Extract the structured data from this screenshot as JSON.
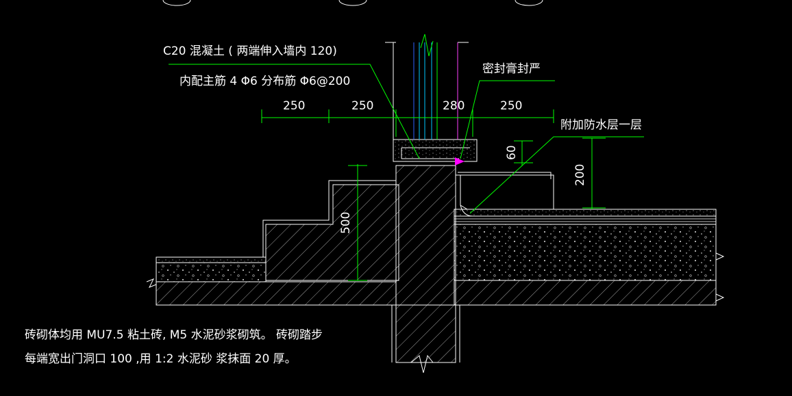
{
  "drawing": {
    "concrete_label": "C20  混凝土 ( 两端伸入墙内  120)",
    "rebar_label": "内配主筋  4 Φ6 分布筋  Φ6@200",
    "sealant_label": "密封膏封严",
    "waterproof_label": "附加防水层一层",
    "dims_top": [
      "250",
      "250",
      "280",
      "250"
    ],
    "dim_60": "60",
    "dim_200": "200",
    "dim_500": "500",
    "note_line1": "砖砌体均用   MU7.5  粘土砖,  M5 水泥砂浆砌筑。   砖砌踏步",
    "note_line2": "每端宽出门洞口    100 ,用  1:2 水泥砂  浆抹面  20 厚。"
  },
  "colors": {
    "background": "#000000",
    "outline": "#ffffff",
    "leader": "#00ff00",
    "hatch": "#ffffff",
    "door_cyan": "#00c8ff",
    "door_blue": "#3060ff",
    "door_magenta": "#ff40ff",
    "sealant_magenta": "#ff00ff"
  }
}
